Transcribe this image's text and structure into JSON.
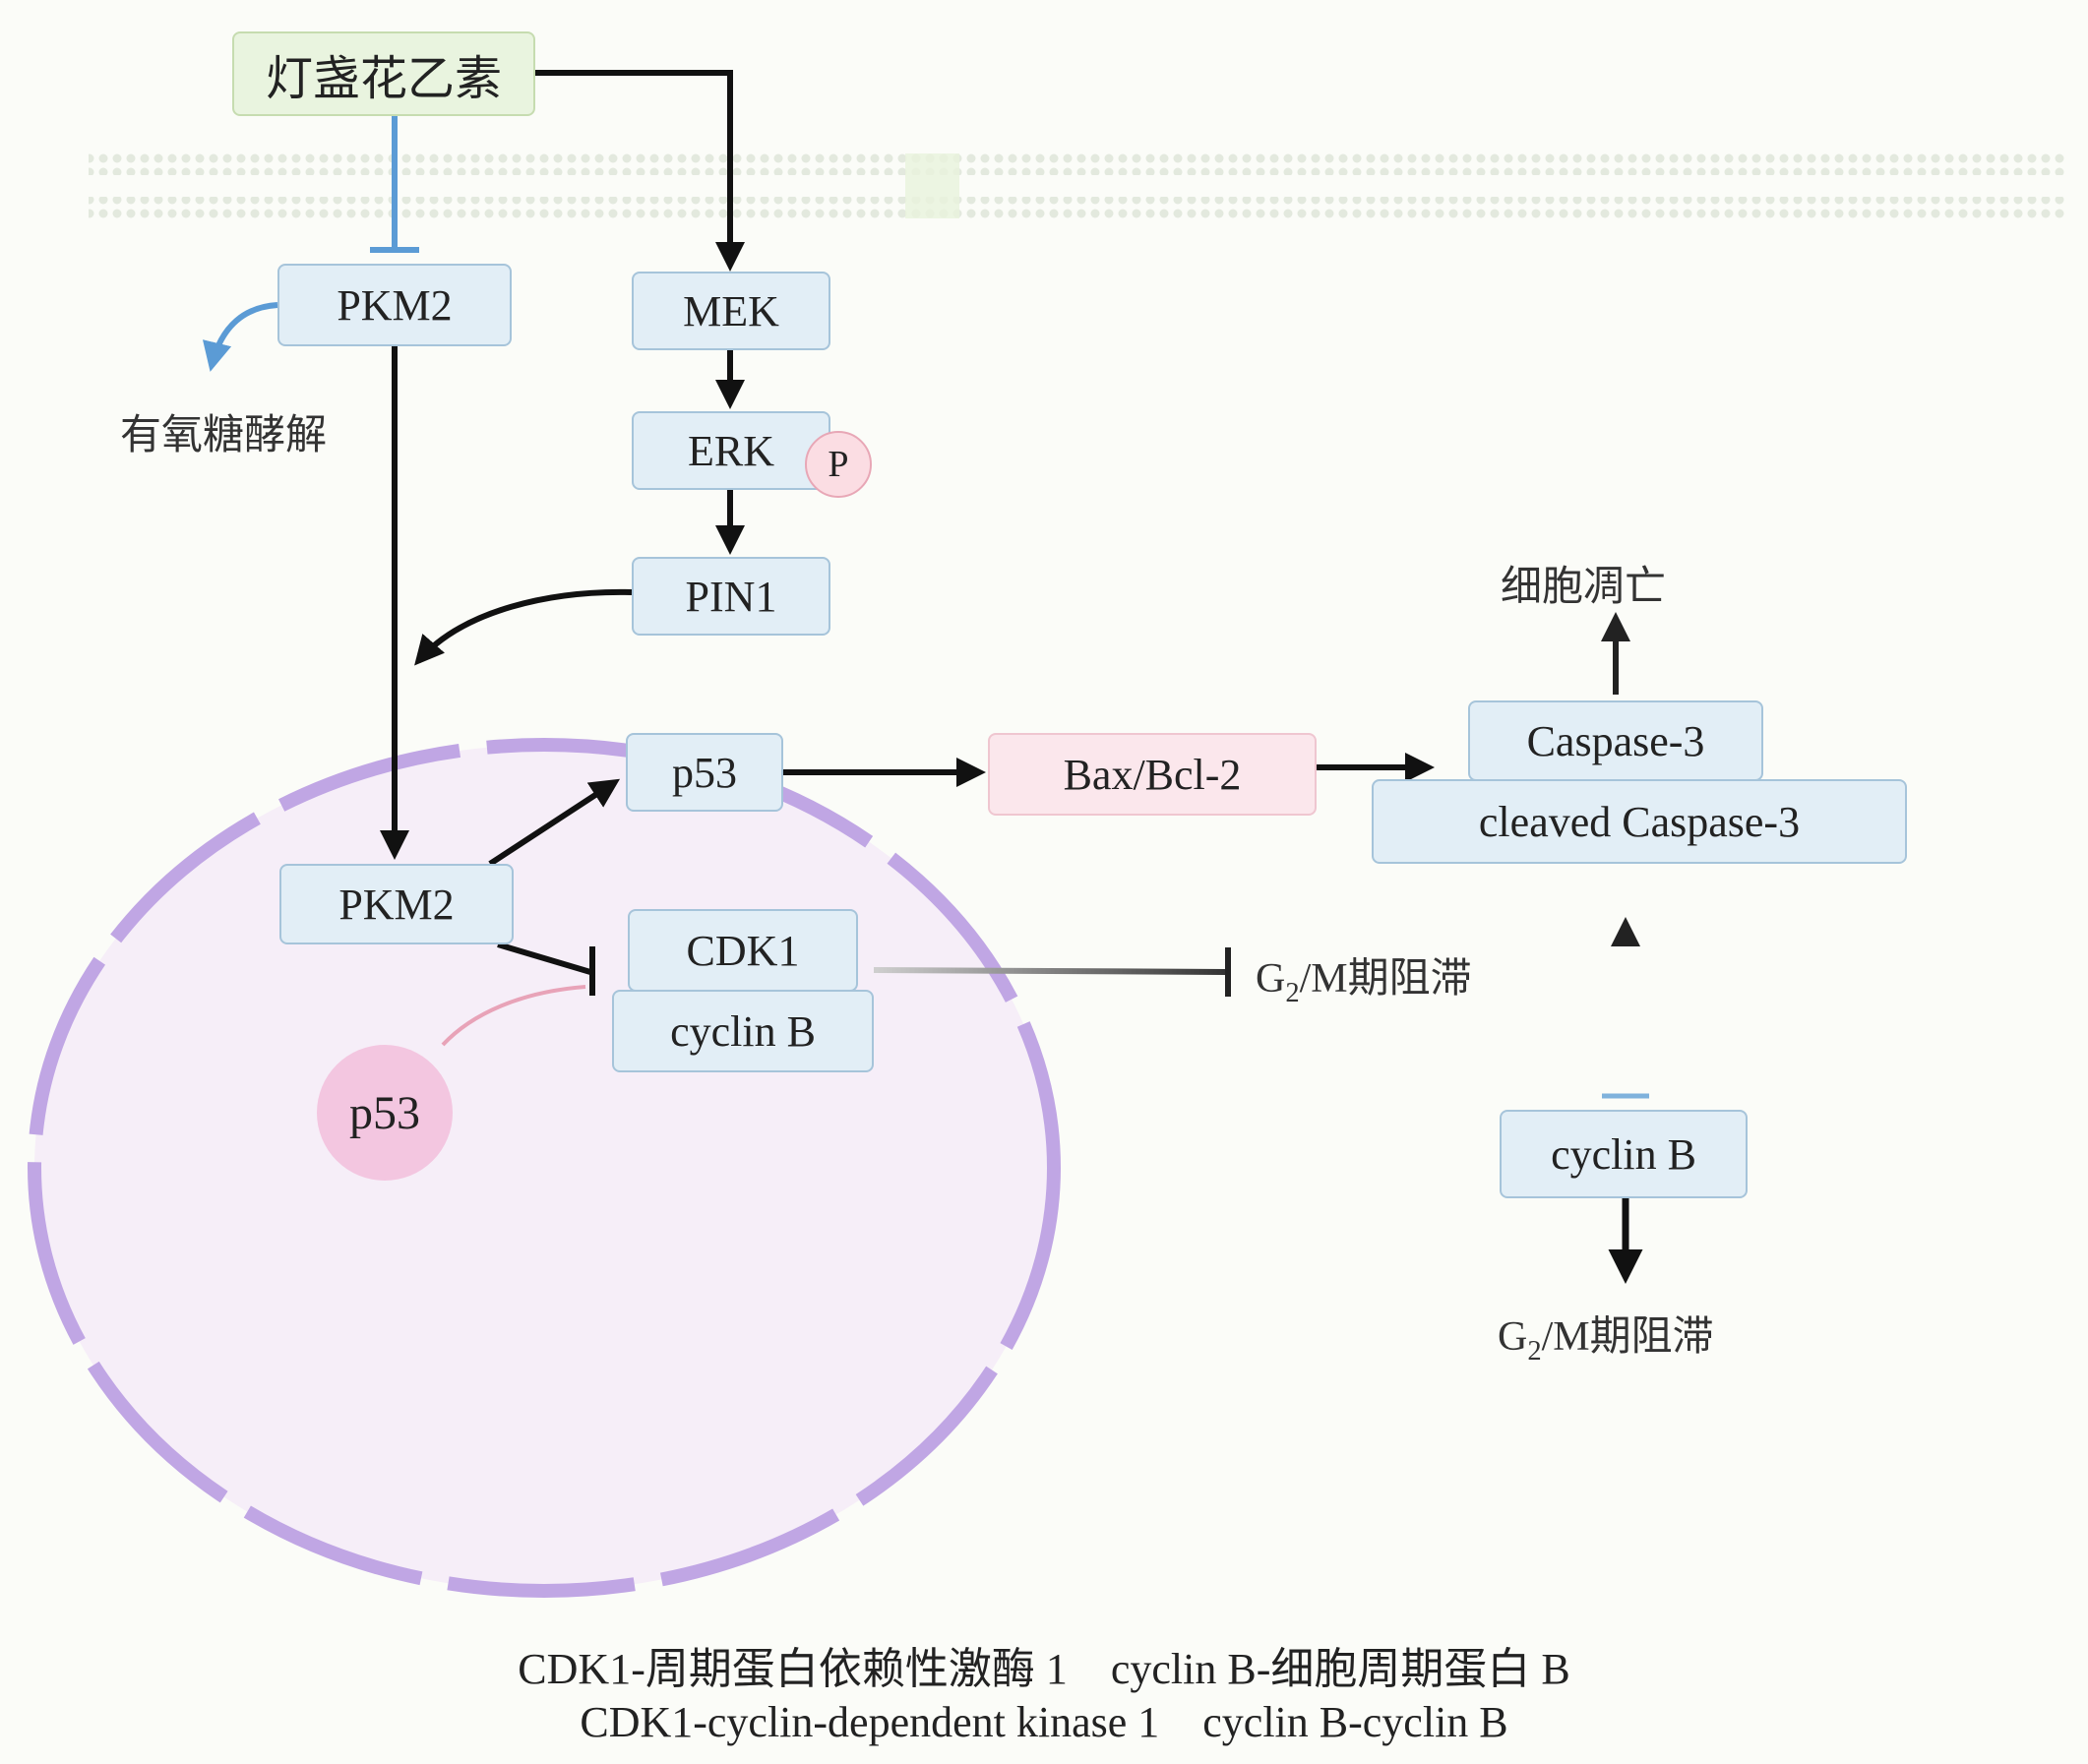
{
  "nodes": {
    "drug": "灯盏花乙素",
    "pkm2_top": "PKM2",
    "mek": "MEK",
    "erk": "ERK",
    "phospho": "P",
    "pin1": "PIN1",
    "p53_box": "p53",
    "pkm2_nuc": "PKM2",
    "cdk1": "CDK1",
    "cyclin_b_nuc": "cyclin B",
    "p53_circle": "p53",
    "bax_bcl2": "Bax/Bcl-2",
    "caspase3": "Caspase-3",
    "cleaved_caspase3": "cleaved Caspase-3",
    "cyclin_b_right": "cyclin B"
  },
  "labels": {
    "aerobic_glycolysis": "有氧糖酵解",
    "apoptosis": "细胞凋亡",
    "g2m_1": {
      "g": "G",
      "sub": "2",
      "rest": "/M期阻滞"
    },
    "g2m_2": {
      "g": "G",
      "sub": "2",
      "rest": "/M期阻滞"
    }
  },
  "caption": {
    "line1": "CDK1-周期蛋白依赖性激酶 1    cyclin B-细胞周期蛋白 B",
    "line2": "CDK1-cyclin-dependent kinase 1    cyclin B-cyclin B"
  },
  "colors": {
    "activation_arrow": "#111111",
    "inhibition_blue": "#5b9bd5",
    "nucleus_membrane": "#c0a6e4",
    "nucleus_fill": "#f6eef8",
    "cell_membrane": "#e2e8dc",
    "p53_link": "#e8a3b8"
  }
}
